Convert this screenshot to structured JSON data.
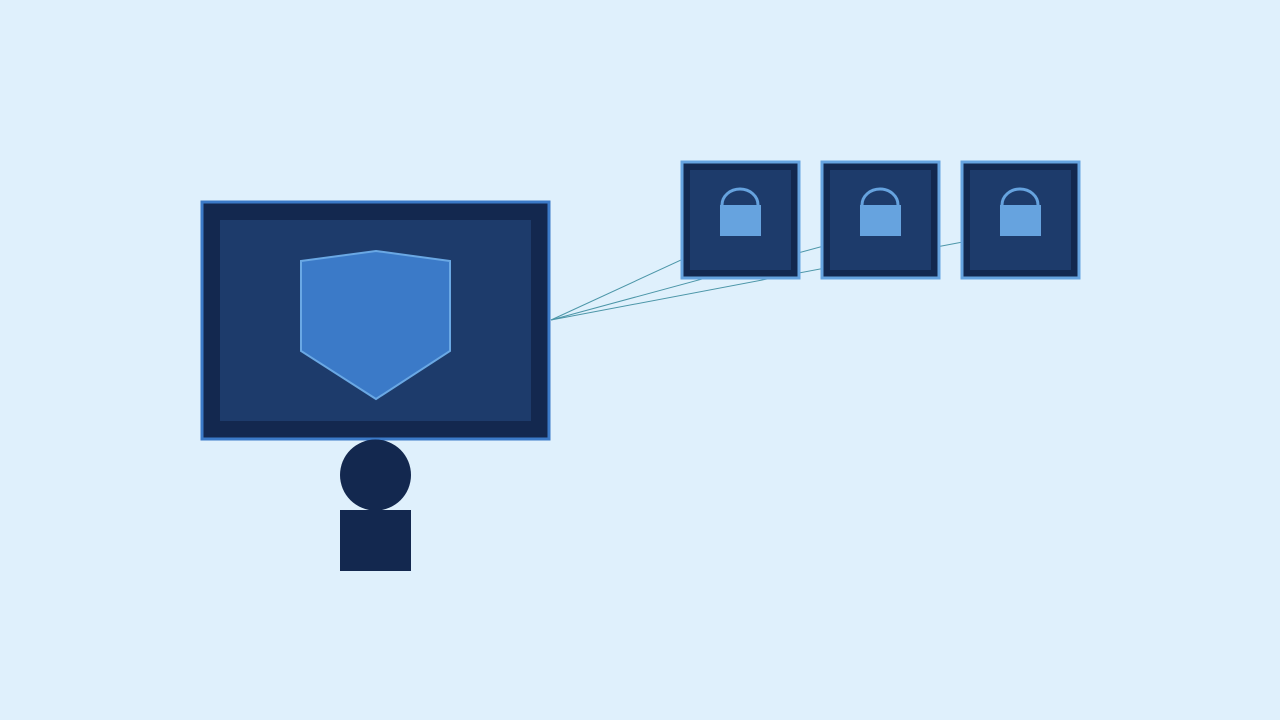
{
  "colors": {
    "background": "#dff0fc",
    "navy": "#13284f",
    "panel": "#1d3b6b",
    "accent": "#3b7ac8",
    "accent_light": "#66a3df",
    "shield_stroke": "#6aa8e4",
    "connector": "#4c96a8"
  },
  "diagram": {
    "monitor": {
      "icon": "shield-icon"
    },
    "user": {
      "icon": "person-icon"
    },
    "vaults": [
      {
        "icon": "lock-icon"
      },
      {
        "icon": "lock-icon"
      },
      {
        "icon": "lock-icon"
      }
    ],
    "connections": [
      {
        "from": "monitor",
        "to": "vault-1"
      },
      {
        "from": "monitor",
        "to": "vault-2"
      },
      {
        "from": "monitor",
        "to": "vault-3"
      }
    ]
  }
}
